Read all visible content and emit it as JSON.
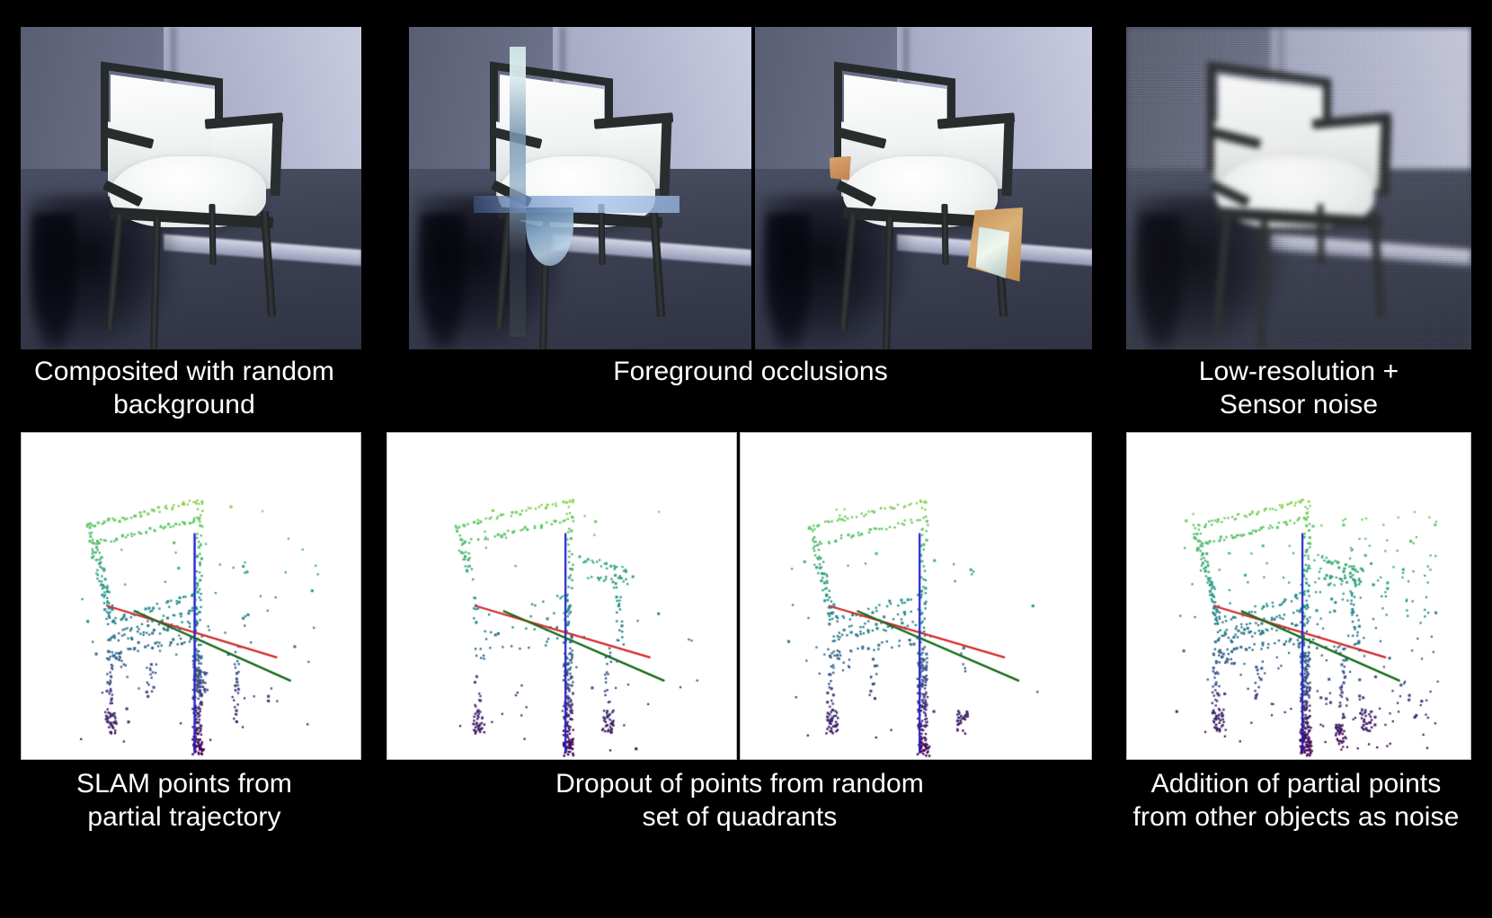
{
  "figure": {
    "background_color": "#000000",
    "caption_color": "#ffffff",
    "rows": [
      {
        "id": "rgb-row",
        "panels": [
          {
            "name": "composited-with-random-background",
            "kind": "rgb-render",
            "variant": "plain"
          },
          {
            "name": "foreground-occlusions-a",
            "kind": "rgb-render",
            "variant": "occluded-bars"
          },
          {
            "name": "foreground-occlusions-b",
            "kind": "rgb-render",
            "variant": "occluded-patches"
          },
          {
            "name": "low-resolution-sensor-noise",
            "kind": "rgb-render",
            "variant": "lowres-noise"
          }
        ]
      },
      {
        "id": "pointcloud-row",
        "panels": [
          {
            "name": "slam-points-partial-trajectory",
            "kind": "point-cloud",
            "variant": "full"
          },
          {
            "name": "dropout-quadrants-a",
            "kind": "point-cloud",
            "variant": "dropout-a"
          },
          {
            "name": "dropout-quadrants-b",
            "kind": "point-cloud",
            "variant": "dropout-b"
          },
          {
            "name": "addition-partial-points-noise",
            "kind": "point-cloud",
            "variant": "noise-added"
          }
        ]
      }
    ]
  },
  "captions": {
    "top": [
      "Composited with random\nbackground",
      "Foreground occlusions",
      "Low-resolution +\nSensor noise"
    ],
    "bottom": [
      "SLAM points from\npartial trajectory",
      "Dropout of points from random\nset of quadrants",
      "Addition of partial points\nfrom other objects as noise"
    ]
  },
  "scene": {
    "object": "armchair",
    "frame_color": "#282b2c",
    "cushion_color": "#f4f6f6",
    "wall_left_color": "#6b7088",
    "wall_right_color": "#b4b7d0",
    "floor_color": "#3d4153"
  },
  "occluders": {
    "vertical_bar_color": "#7e96ad",
    "horizontal_bar_color": "#a8c4eb",
    "fan_color": "#96b9d7",
    "patch_color": "#c2824f",
    "card_color": "#c79055",
    "card_inner_color": "#cfe8e0"
  },
  "chart_data": {
    "type": "scatter",
    "title": "SLAM point cloud of a chair with coordinate axes",
    "colormap": "viridis",
    "colormap_axis": "height (y)",
    "colormap_stops": [
      "#440154",
      "#3b528b",
      "#21918c",
      "#5ec962",
      "#fde725"
    ],
    "axes": [
      {
        "name": "x-axis",
        "color": "#d42a2a",
        "from": [
          -0.62,
          0.22
        ],
        "to": [
          0.62,
          -0.18
        ]
      },
      {
        "name": "y-axis",
        "color": "#2020cc",
        "from": [
          0.02,
          0.78
        ],
        "to": [
          0.02,
          -0.92
        ]
      },
      {
        "name": "z-axis",
        "color": "#126b16",
        "from": [
          -0.42,
          0.18
        ],
        "to": [
          0.72,
          -0.36
        ]
      }
    ],
    "background": "#ffffff",
    "grid": false,
    "legend": false,
    "panels": [
      {
        "label": "SLAM points from partial trajectory",
        "point_count": 620,
        "dropout_quadrants": [],
        "noise_points": 0
      },
      {
        "label": "Dropout of points from random set of quadrants",
        "point_count": 430,
        "dropout_quadrants": [
          "front-left"
        ],
        "noise_points": 0
      },
      {
        "label": "Dropout of points from random set of quadrants",
        "point_count": 455,
        "dropout_quadrants": [
          "right"
        ],
        "noise_points": 0
      },
      {
        "label": "Addition of partial points from other objects as noise",
        "point_count": 760,
        "dropout_quadrants": [],
        "noise_points": 260
      }
    ]
  }
}
